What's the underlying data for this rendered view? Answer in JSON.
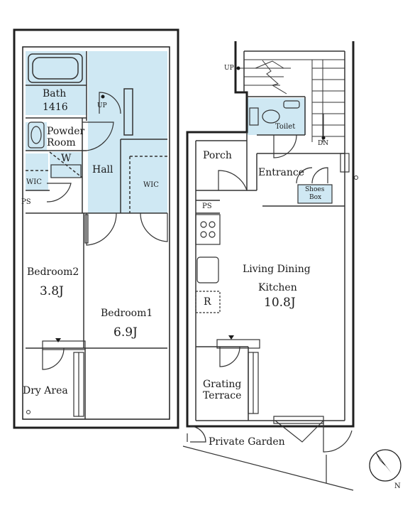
{
  "rooms": {
    "bath": {
      "label": "Bath",
      "size": "1416"
    },
    "powder_room": {
      "line1": "Powder",
      "line2": "Room"
    },
    "washer": {
      "label": "W"
    },
    "hall": {
      "label": "Hall"
    },
    "wic_left": {
      "label": "WIC"
    },
    "wic_right": {
      "label": "WIC"
    },
    "ps_left": {
      "label": "PS"
    },
    "bedroom2": {
      "label": "Bedroom2",
      "size": "3.8J"
    },
    "bedroom1": {
      "label": "Bedroom1",
      "size": "6.9J"
    },
    "dry_area": {
      "label": "Dry Area"
    },
    "porch": {
      "label": "Porch"
    },
    "entrance": {
      "label": "Entrance"
    },
    "toilet": {
      "label": "Toilet"
    },
    "shoes_box": {
      "line1": "Shoes",
      "line2": "Box"
    },
    "ps_right": {
      "label": "PS"
    },
    "ldk": {
      "line1": "Living Dining",
      "line2": "Kitchen",
      "size": "10.8J"
    },
    "refrigerator": {
      "label": "R"
    },
    "grating_terrace": {
      "line1": "Grating",
      "line2": "Terrace"
    },
    "private_garden": {
      "label": "Private Garden"
    }
  },
  "stairs": {
    "up_left": "UP",
    "up_right": "UP",
    "down": "DN"
  },
  "compass": {
    "label": "N"
  },
  "colors": {
    "wet_area": "#cfe8f3",
    "wall": "#1f1f1f",
    "line": "#333333"
  }
}
